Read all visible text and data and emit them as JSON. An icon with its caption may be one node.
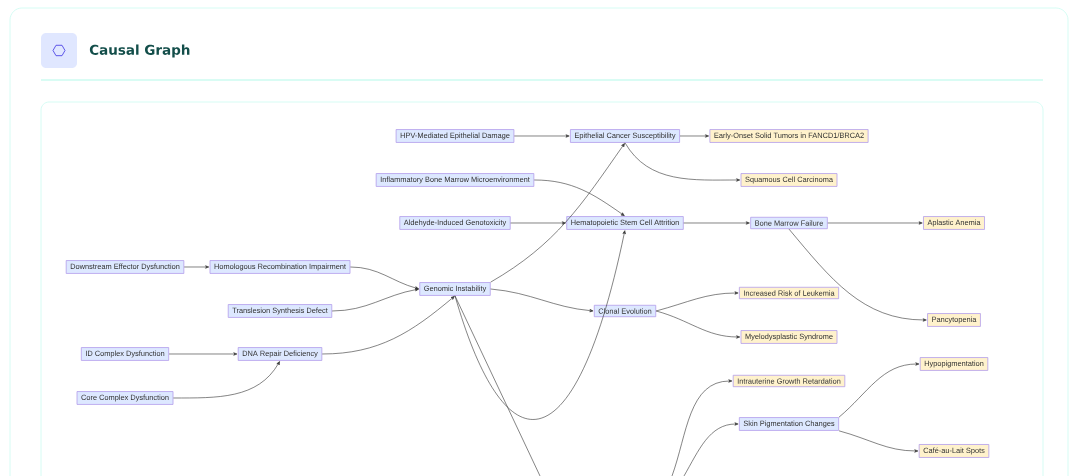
{
  "diagram": {
    "title": "Causal Graph",
    "nodes": [
      {
        "text": [
          "HPV-Mediated Epithelial Damage"
        ]
      },
      {
        "text": [
          "Inflammatory Bone Marrow Microenvironment"
        ]
      },
      {
        "text": [
          "Aldehyde-Induced Genotoxicity"
        ]
      },
      {
        "text": [
          "Downstream Effector Dysfunction"
        ]
      },
      {
        "text": [
          "Homologous Recombination Impairment"
        ]
      },
      {
        "text": [
          "Translesion Synthesis Defect"
        ]
      },
      {
        "text": [
          "ID Complex Dysfunction"
        ]
      },
      {
        "text": [
          "DNA Repair Deficiency"
        ]
      },
      {
        "text": [
          "Core Complex Dysfunction"
        ]
      },
      {
        "text": [
          "Genomic Instability"
        ]
      },
      {
        "text": [
          "Epithelial Cancer Susceptibility"
        ]
      },
      {
        "text": [
          "Hematopoietic Stem Cell Attrition"
        ]
      },
      {
        "text": [
          "Clonal Evolution"
        ]
      },
      {
        "text": [
          "Early-Onset Solid Tumors in FANCD1/BRCA2"
        ]
      },
      {
        "text": [
          "Squamous Cell Carcinoma"
        ]
      },
      {
        "text": [
          "Bone Marrow Failure"
        ]
      },
      {
        "text": [
          "Aplastic Anemia"
        ]
      },
      {
        "text": [
          "Increased Risk of Leukemia"
        ]
      },
      {
        "text": [
          "Myelodysplastic Syndrome"
        ]
      },
      {
        "text": [
          "Pancytopenia"
        ]
      },
      {
        "text": [
          "Hypopigmentation"
        ]
      },
      {
        "text": [
          "Intrauterine Growth Retardation"
        ]
      },
      {
        "text": [
          "Skin Pigmentation Changes"
        ]
      },
      {
        "text": [
          "Café-au-Lait Spots"
        ]
      }
    ],
    "edges": [
      {
        "from": 0,
        "to": 10,
        "arrow": "to"
      },
      {
        "from": 10,
        "to": 13,
        "arrow": "to"
      },
      {
        "from": 10,
        "to": 14,
        "arrow": "to"
      },
      {
        "from": 1,
        "to": 11,
        "arrow": "to"
      },
      {
        "from": 2,
        "to": 11,
        "arrow": "to"
      },
      {
        "from": 3,
        "to": 4,
        "arrow": "to"
      },
      {
        "from": 4,
        "to": 9,
        "arrow": "to"
      },
      {
        "from": 5,
        "to": 9,
        "arrow": "to"
      },
      {
        "from": 6,
        "to": 7,
        "arrow": "to"
      },
      {
        "from": 8,
        "to": 7,
        "arrow": "to"
      },
      {
        "from": 7,
        "to": 9,
        "arrow": "to"
      },
      {
        "from": 9,
        "to": 10,
        "arrow": "to"
      },
      {
        "from": 9,
        "to": 11,
        "arrow": "to"
      },
      {
        "from": 9,
        "to": 12,
        "arrow": "to"
      },
      {
        "from": 11,
        "to": 15,
        "arrow": "to"
      },
      {
        "from": 15,
        "to": 16,
        "arrow": "to"
      },
      {
        "from": 15,
        "to": 19,
        "arrow": "to"
      },
      {
        "from": 12,
        "to": 17,
        "arrow": "to"
      },
      {
        "from": 12,
        "to": 18,
        "arrow": "to"
      },
      {
        "from": 9,
        "to": null,
        "arrow": "none"
      },
      {
        "from": null,
        "to": 21,
        "arrow": "to"
      },
      {
        "from": null,
        "to": 22,
        "arrow": "to"
      },
      {
        "from": 22,
        "to": 20,
        "arrow": "to"
      },
      {
        "from": 22,
        "to": 23,
        "arrow": "to"
      }
    ]
  }
}
